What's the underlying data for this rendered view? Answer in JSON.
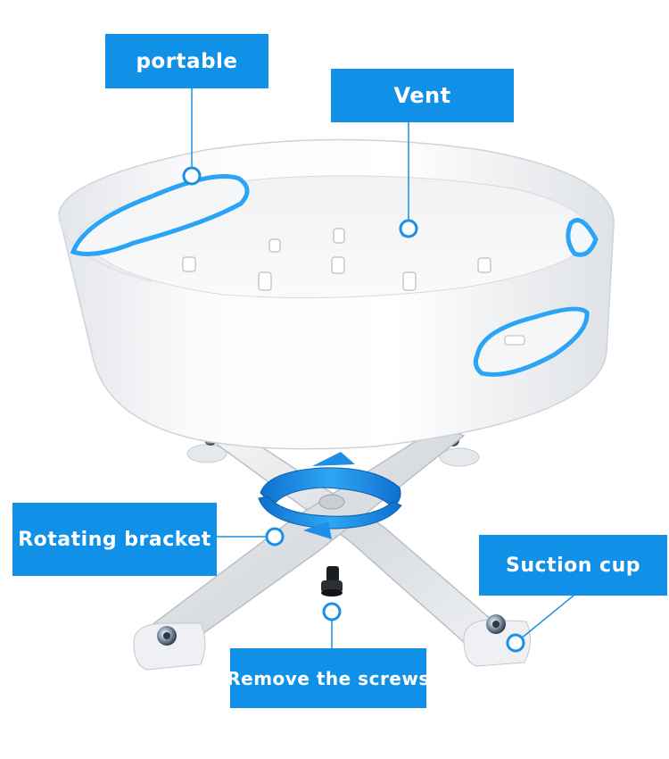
{
  "labels": {
    "portable": "portable",
    "vent": "Vent",
    "rotating_bracket": "Rotating bracket",
    "suction_cup": "Suction cup",
    "remove_screws": "Remove the screws"
  },
  "colors": {
    "label_bg": "#1190e8",
    "callout_line": "#1a8fe3",
    "glow": "#2aa4f4",
    "arrow": "#1e8fe6"
  }
}
